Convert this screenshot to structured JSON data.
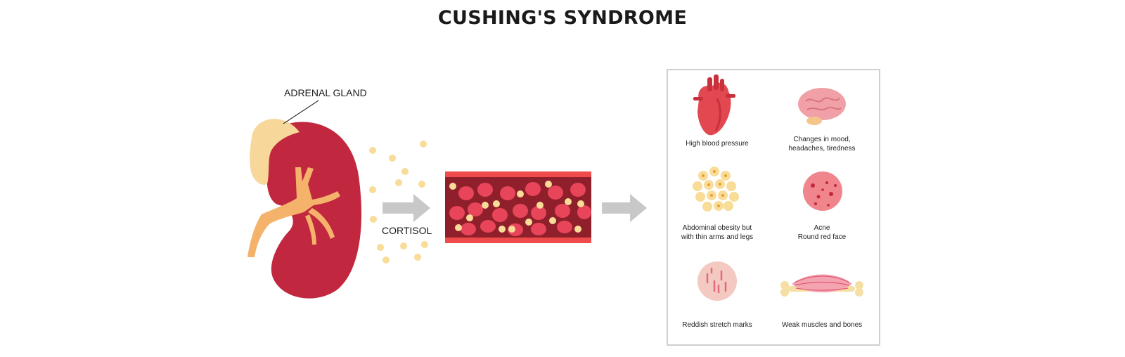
{
  "title": "CUSHING'S SYNDROME",
  "labels": {
    "adrenal_gland": "ADRENAL GLAND",
    "cortisol": "CORTISOL"
  },
  "symptoms": [
    {
      "id": "heart",
      "line1": "High blood pressure",
      "line2": "",
      "icon": "heart-icon"
    },
    {
      "id": "brain",
      "line1": "Changes in mood,",
      "line2": "headaches, tiredness",
      "icon": "brain-icon"
    },
    {
      "id": "fat",
      "line1": "Abdominal obesity but",
      "line2": "with thin arms and legs",
      "icon": "fat-cells-icon"
    },
    {
      "id": "acne",
      "line1": "Acne",
      "line2": "Round red face",
      "icon": "acne-skin-icon"
    },
    {
      "id": "stretch",
      "line1": "Reddish stretch marks",
      "line2": "",
      "icon": "stretch-marks-icon"
    },
    {
      "id": "muscle",
      "line1": "Weak muscles and bones",
      "line2": "",
      "icon": "muscle-bone-icon"
    }
  ],
  "colors": {
    "kidney": "#c1283f",
    "adrenal": "#f7d89a",
    "vessel_wall": "#f04b4b",
    "blood": "#8f1f2b",
    "cell": "#e8445a",
    "cortisol_dot": "#f8dc97",
    "arrow": "#c8c8c8",
    "panel_border": "#cfcfcf"
  }
}
